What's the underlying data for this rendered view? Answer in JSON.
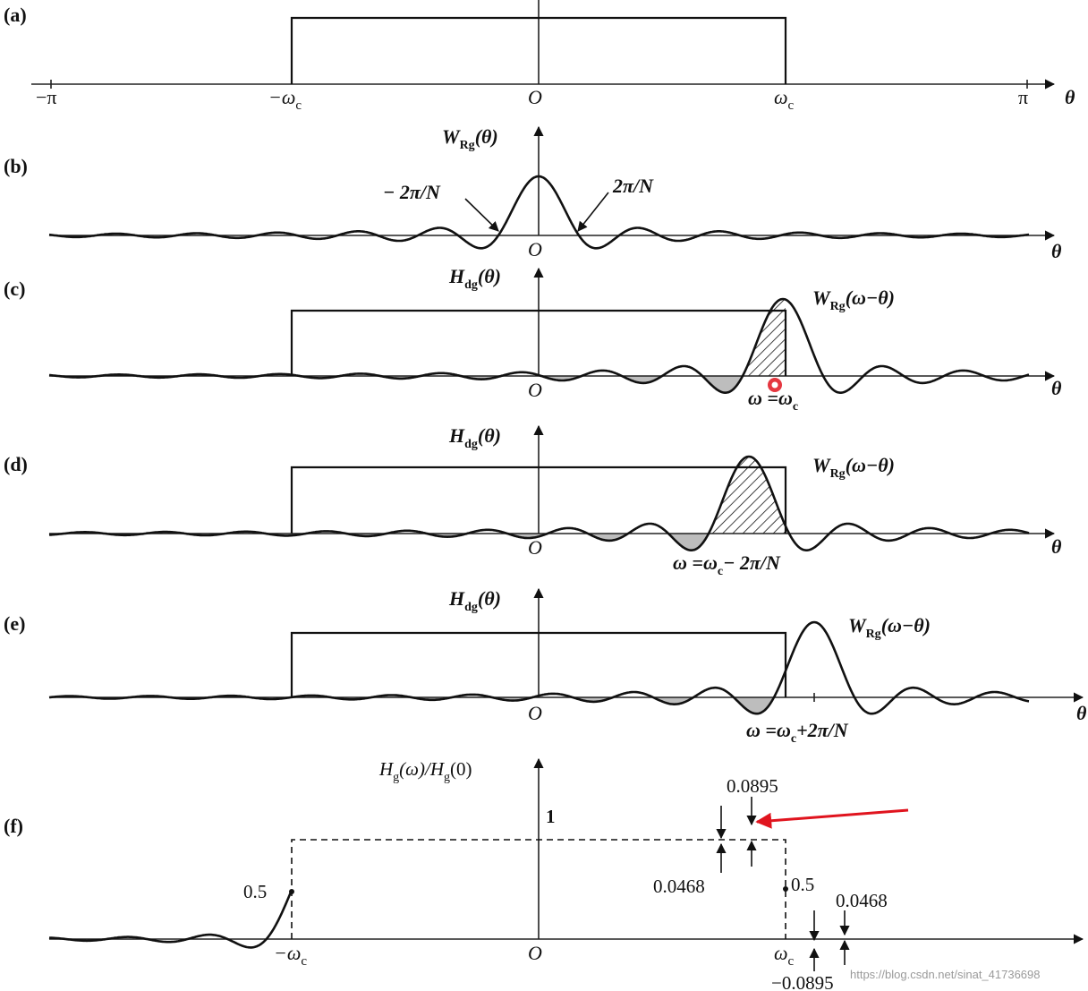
{
  "panels": {
    "a": {
      "label": "(a)",
      "ticks": [
        "−π",
        "−ω",
        "O",
        "ω",
        "π"
      ],
      "tick_sub": "c",
      "axis": "θ"
    },
    "b": {
      "label": "(b)",
      "ylabel_main": "W",
      "ylabel_sub": "Rg",
      "ylabel_arg": "(θ)",
      "left_note": "− 2π/N",
      "right_note": "2π/N",
      "origin": "O",
      "axis": "θ"
    },
    "c": {
      "label": "(c)",
      "ylabel_main": "H",
      "ylabel_sub": "dg",
      "ylabel_arg": "(θ)",
      "window_main": "W",
      "window_sub": "Rg",
      "window_arg": "(ω−θ)",
      "origin": "O",
      "axis": "θ",
      "cond_main": "ω =ω",
      "cond_sub": "c"
    },
    "d": {
      "label": "(d)",
      "ylabel_main": "H",
      "ylabel_sub": "dg",
      "ylabel_arg": "(θ)",
      "window_main": "W",
      "window_sub": "Rg",
      "window_arg": "(ω−θ)",
      "origin": "O",
      "axis": "θ",
      "cond_main": "ω =ω",
      "cond_sub": "c",
      "cond_tail": "− 2π/N"
    },
    "e": {
      "label": "(e)",
      "ylabel_main": "H",
      "ylabel_sub": "dg",
      "ylabel_arg": "(θ)",
      "window_main": "W",
      "window_sub": "Rg",
      "window_arg": "(ω−θ)",
      "origin": "O",
      "axis": "θ",
      "cond_main": "ω =ω",
      "cond_sub": "c",
      "cond_tail": "+2π/N"
    },
    "f": {
      "label": "(f)",
      "ylabel_1": "H",
      "ylabel_1_sub": "g",
      "ylabel_1_arg": "(ω)/H",
      "ylabel_2_sub": "g",
      "ylabel_2_arg": "(0)",
      "one": "1",
      "half_left": "0.5",
      "half_right": "0.5",
      "peak": "0.0895",
      "ripple_left": "0.0468",
      "ripple_right": "0.0468",
      "trough": "−0.0895",
      "origin": "O",
      "neg_wc": "−ω",
      "wc": "ω",
      "wc_sub": "c"
    }
  },
  "colors": {
    "ink": "#111111",
    "shade": "#bdbdbd",
    "highlight": "#e0141e"
  },
  "watermark": "https://blog.csdn.net/sinat_41736698"
}
